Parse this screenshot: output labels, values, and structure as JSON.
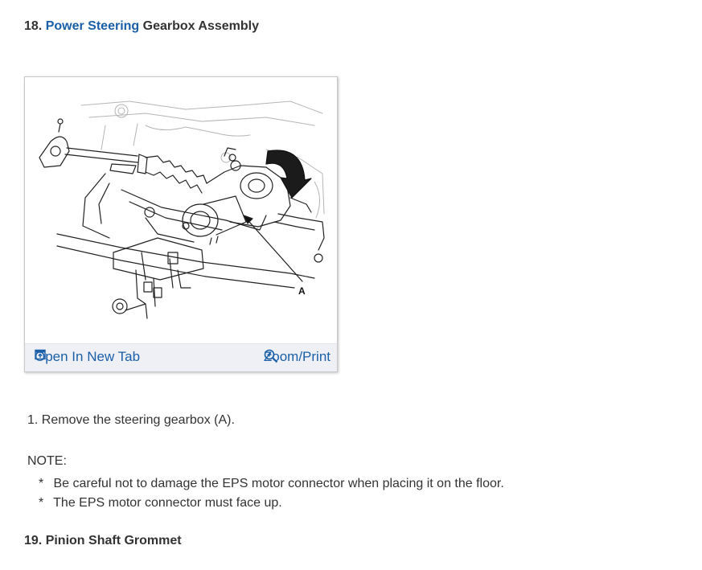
{
  "section18": {
    "number": "18.",
    "link": "Power Steering",
    "rest": "Gearbox Assembly"
  },
  "figure": {
    "callout": "A",
    "open_tab_label": "Open In New Tab",
    "zoom_label": "Zoom/Print",
    "open_tab_icon": "open-in-new-tab-icon",
    "zoom_icon": "magnifier-plus-icon"
  },
  "step1": "1. Remove the steering gearbox (A).",
  "note": {
    "label": "NOTE:",
    "items": [
      "Be careful not to damage the EPS motor connector when placing it on the floor.",
      "The EPS motor connector must face up."
    ]
  },
  "section19": {
    "title": "19. Pinion Shaft Grommet"
  },
  "colors": {
    "link": "#1a5fa8",
    "text": "#333333",
    "toolbar_bg": "#eef0f5"
  }
}
